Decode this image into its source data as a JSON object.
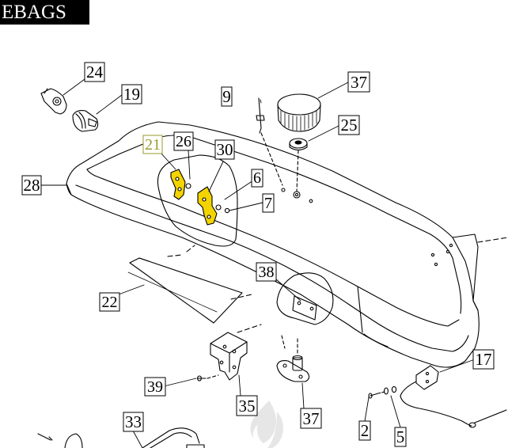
{
  "header": {
    "title": "EBAGS"
  },
  "colors": {
    "highlight": "#f3d400",
    "label_highlight": "#9a9a2e",
    "ink": "#000000"
  },
  "callouts": {
    "c24": "24",
    "c19": "19",
    "c9": "9",
    "c37_top": "37",
    "c25": "25",
    "c21": "21",
    "c26": "26",
    "c30": "30",
    "c28": "28",
    "c6": "6",
    "c7": "7",
    "c38": "38",
    "c22": "22",
    "c17": "17",
    "c39": "39",
    "c35": "35",
    "c37_bottom": "37",
    "c2": "2",
    "c5": "5",
    "c33": "33"
  }
}
